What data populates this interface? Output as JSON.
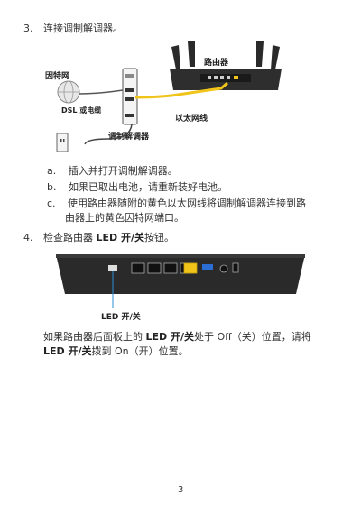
{
  "step3": {
    "number": "3.",
    "text": "连接调制解调器。",
    "diagram": {
      "router_label": "路由器",
      "internet_label": "因特网",
      "dsl_label": "DSL 或电缆",
      "ethernet_label": "以太网线",
      "modem_label": "调制解调器"
    },
    "substeps": [
      {
        "marker": "a.",
        "text": "插入并打开调制解调器。"
      },
      {
        "marker": "b.",
        "text": "如果已取出电池，请重新装好电池。"
      },
      {
        "marker": "c.",
        "line1": "使用路由器随附的黄色以太网线将调制解调器连接到路",
        "line2": "由器上的黄色因特网端口。"
      }
    ]
  },
  "step4": {
    "number": "4.",
    "text_pre": "检查路由器 ",
    "text_bold": "LED 开/关",
    "text_post": "按钮。",
    "led_callout": "LED 开/关",
    "para": {
      "l1_pre": "如果路由器后面板上的 ",
      "l1_bold": "LED 开/关",
      "l1_post": "处于 Off（关）位置，请将",
      "l2_bold": "LED 开/关",
      "l2_post": "拨到 On（开）位置。"
    }
  },
  "page_number": "3",
  "colors": {
    "yellow_cable": "#f0c419",
    "blue_callout": "#2b8fd6",
    "router_dark": "#2a2a2a"
  }
}
